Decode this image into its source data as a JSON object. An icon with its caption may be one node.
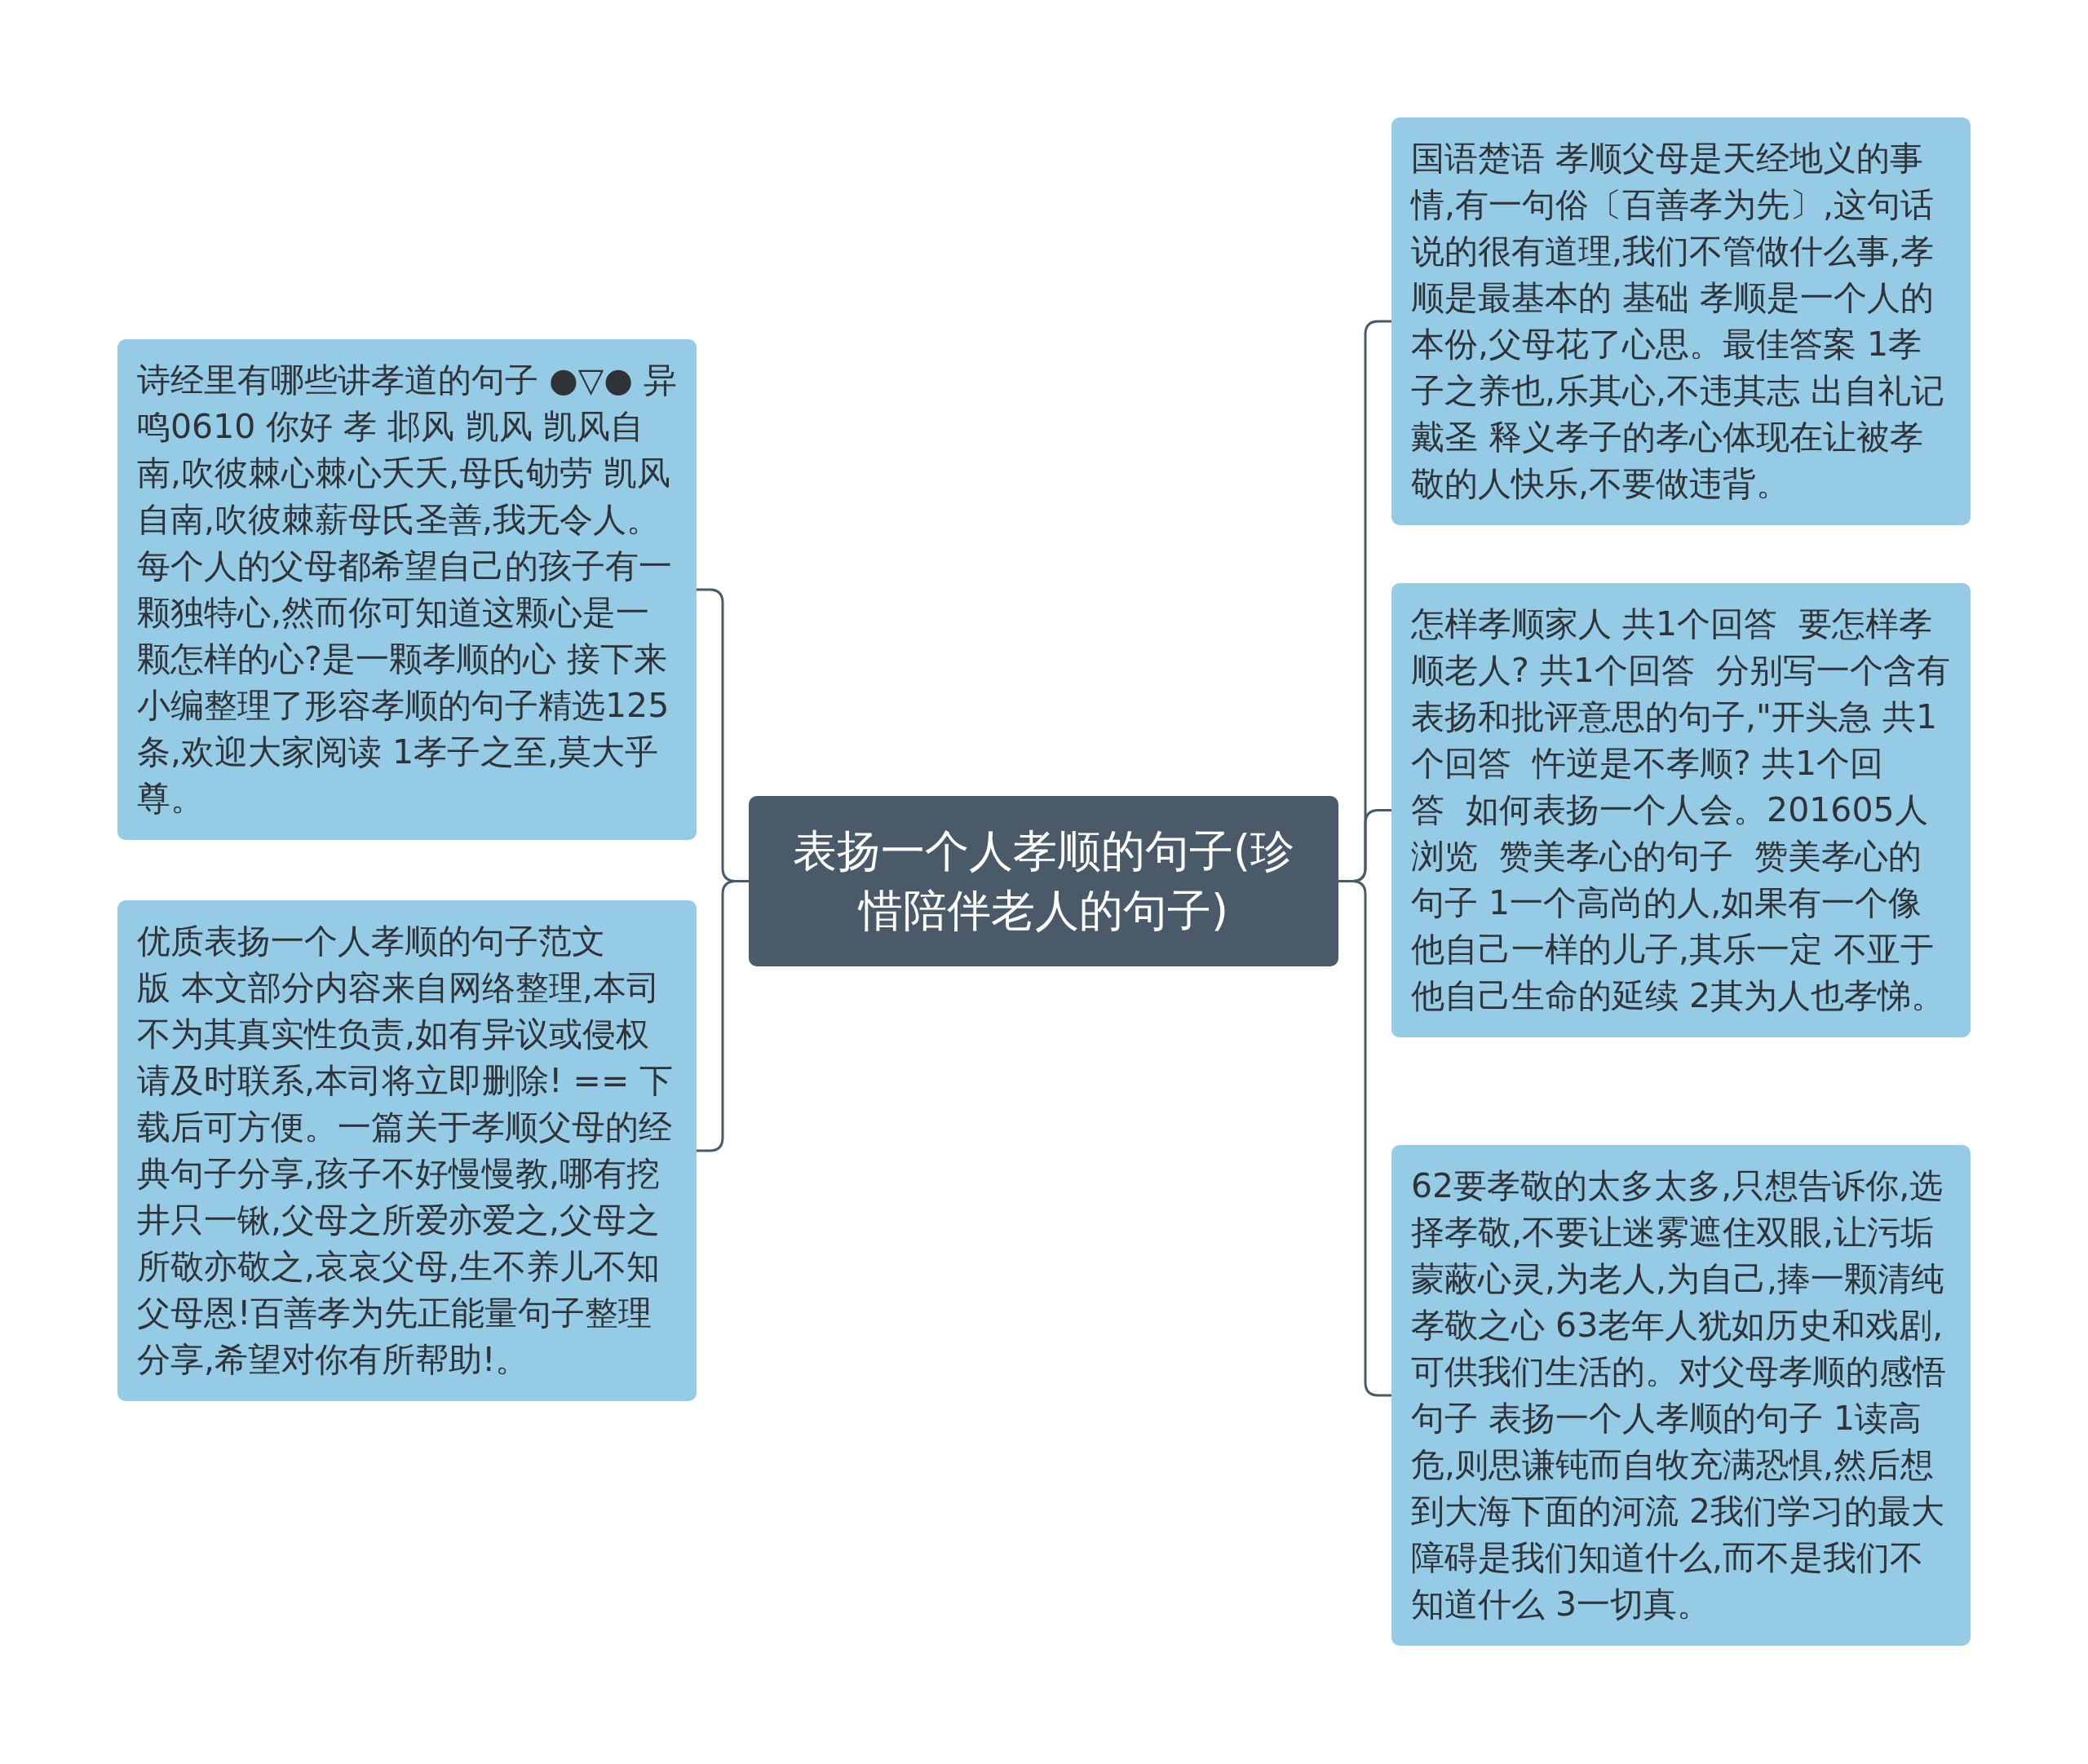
{
  "diagram": {
    "nodes": [
      {
        "text": [
          "表扬一个人孝顺的句子(珍惜陪伴老人的句子)"
        ]
      },
      {
        "text": [
          "诗经里有哪些讲孝道的句子 ●▽● 异鸣0610 你好 孝 邶风 凯风 凯风自南,吹彼棘心棘心夭夭,母氏劬劳 凯风自南,吹彼棘薪母氏圣善,我无令人。每个人的父母都希望自己的孩子有一颗独特心,然而你可知道这颗心是一颗怎样的心?是一颗孝顺的心 接下来小编整理了形容孝顺的句子精选125条,欢迎大家阅读 1孝子之至,莫大乎尊。"
        ]
      },
      {
        "text": [
          "优质表扬一个人孝顺的句子范文版 本文部分内容来自网络整理,本司不为其真实性负责,如有异议或侵权请及时联系,本司将立即删除! == 下载后可方便。一篇关于孝顺父母的经典句子分享,孩子不好慢慢教,哪有挖井只一锹,父母之所爱亦爱之,父母之所敬亦敬之,哀哀父母,生不养儿不知父母恩!百善孝为先正能量句子整理分享,希望对你有所帮助!。"
        ]
      },
      {
        "text": [
          "国语楚语 孝顺父母是天经地义的事情,有一句俗〔百善孝为先〕,这句话说的很有道理,我们不管做什么事,孝顺是最基本的 基础 孝顺是一个人的本份,父母花了心思。最佳答案 1孝子之养也,乐其心,不违其志 出自礼记戴圣 释义孝子的孝心体现在让被孝敬的人快乐,不要做违背。"
        ]
      },
      {
        "text": [
          "怎样孝顺家人 共1个回答  要怎样孝顺老人? 共1个回答  分别写一个含有表扬和批评意思的句子,\"开头急 共1个回答  忤逆是不孝顺? 共1个回答  如何表扬一个人会。201605人浏览  赞美孝心的句子  赞美孝心的句子 1一个高尚的人,如果有一个像他自己一样的儿子,其乐一定 不亚于他自己生命的延续 2其为人也孝悌。"
        ]
      },
      {
        "text": [
          "62要孝敬的太多太多,只想告诉你,选择孝敬,不要让迷雾遮住双眼,让污垢蒙蔽心灵,为老人,为自己,捧一颗清纯孝敬之心 63老年人犹如历史和戏剧,可供我们生活的。对父母孝顺的感悟句子 表扬一个人孝顺的句子 1读高危,则思谦钝而自牧充满恐惧,然后想到大海下面的河流 2我们学习的最大障碍是我们知道什么,而不是我们不知道什么 3一切真。"
        ]
      }
    ],
    "edges": [
      {
        "from": 0,
        "to": 1,
        "arrow": "none"
      },
      {
        "from": 0,
        "to": 2,
        "arrow": "none"
      },
      {
        "from": 0,
        "to": 3,
        "arrow": "none"
      },
      {
        "from": 0,
        "to": 4,
        "arrow": "none"
      },
      {
        "from": 0,
        "to": 5,
        "arrow": "none"
      }
    ]
  }
}
